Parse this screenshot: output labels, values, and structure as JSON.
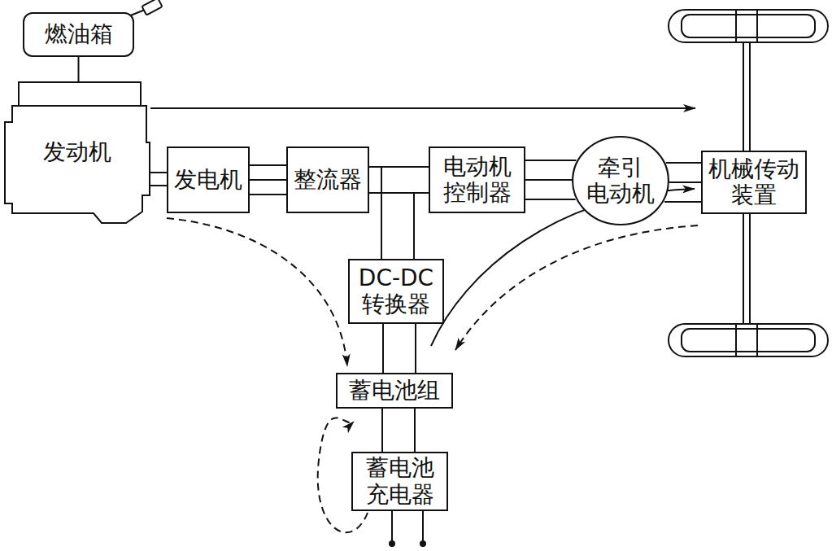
{
  "diagram": {
    "nodes": [
      {
        "text": [
          "燃油箱"
        ]
      },
      {
        "text": [
          "发动机"
        ]
      },
      {
        "text": [
          "发电机"
        ]
      },
      {
        "text": [
          "整流器"
        ]
      },
      {
        "text": [
          "电动机 控制器"
        ]
      },
      {
        "text": [
          "牵引 电动机"
        ]
      },
      {
        "text": [
          "机械传动 装置"
        ]
      },
      {
        "text": [
          "DC-DC 转换器"
        ]
      },
      {
        "text": [
          "蓄电池组"
        ]
      },
      {
        "text": [
          "蓄电池 充电器"
        ]
      }
    ],
    "edges": [
      {
        "from": 0,
        "to": 1,
        "arrow": "none"
      },
      {
        "from": 1,
        "to": 2,
        "arrow": "none"
      },
      {
        "from": 2,
        "to": 3,
        "arrow": "none"
      },
      {
        "from": 3,
        "to": 4,
        "arrow": "none"
      },
      {
        "from": 4,
        "to": 5,
        "arrow": "none"
      },
      {
        "from": 5,
        "to": 6,
        "arrow": "none"
      },
      {
        "from": 3,
        "to": 7,
        "arrow": "none"
      },
      {
        "from": 7,
        "to": 8,
        "arrow": "none"
      },
      {
        "from": 8,
        "to": 9,
        "arrow": "none"
      },
      {
        "from": 1,
        "to": 6,
        "arrow": "to"
      },
      {
        "from": 2,
        "to": 8,
        "arrow": "to"
      },
      {
        "from": 8,
        "to": 6,
        "arrow": "to"
      },
      {
        "from": 6,
        "to": 8,
        "arrow": "to"
      },
      {
        "from": 9,
        "to": 8,
        "arrow": "to"
      }
    ]
  }
}
